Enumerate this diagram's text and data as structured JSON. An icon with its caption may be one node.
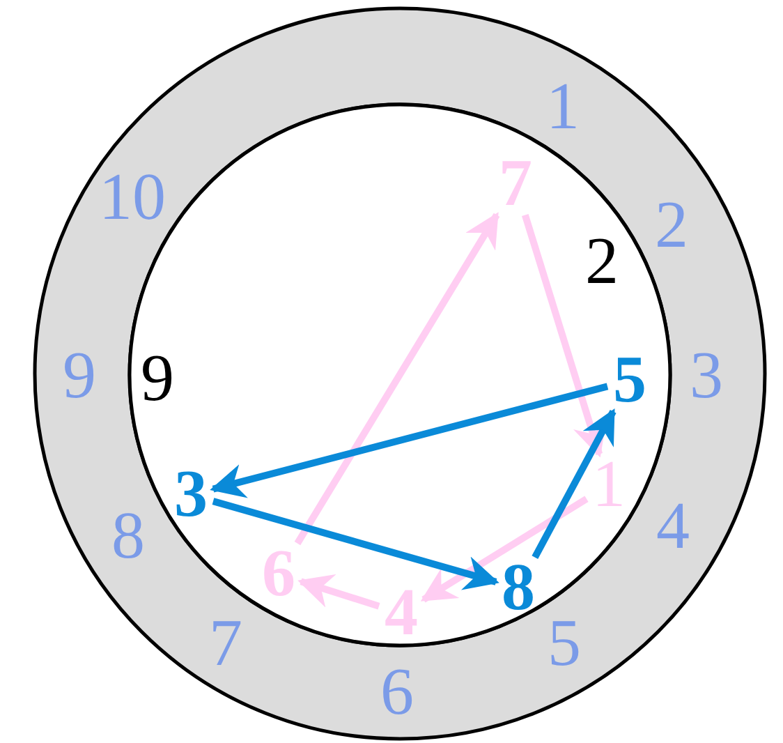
{
  "diagram": {
    "nodes": [
      {
        "text": [
          "7"
        ]
      },
      {
        "text": [
          "1"
        ]
      },
      {
        "text": [
          "4"
        ]
      },
      {
        "text": [
          "6"
        ]
      },
      {
        "text": [
          "5"
        ]
      },
      {
        "text": [
          "3"
        ]
      },
      {
        "text": [
          "8"
        ]
      }
    ],
    "edges": [
      {
        "from": 3,
        "to": 0,
        "arrow": "to"
      },
      {
        "from": 0,
        "to": 1,
        "arrow": "to"
      },
      {
        "from": 1,
        "to": 2,
        "arrow": "to"
      },
      {
        "from": 2,
        "to": 3,
        "arrow": "to"
      },
      {
        "from": 4,
        "to": 5,
        "arrow": "to",
        "color": "#0a8ad8"
      },
      {
        "from": 5,
        "to": 6,
        "arrow": "to",
        "color": "#0a8ad8"
      },
      {
        "from": 6,
        "to": 4,
        "arrow": "to",
        "color": "#0a8ad8"
      }
    ],
    "labels": [
      "1",
      "10",
      "2",
      "2",
      "9",
      "9",
      "3",
      "8",
      "4",
      "7",
      "5",
      "6"
    ]
  }
}
